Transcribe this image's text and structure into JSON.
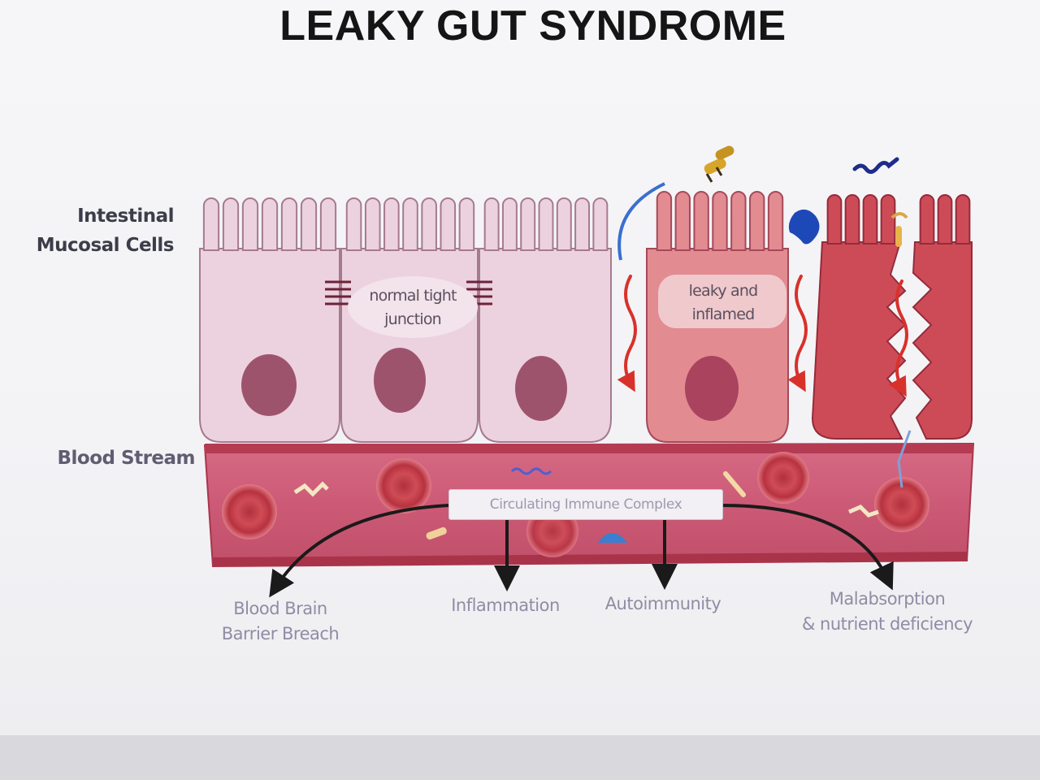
{
  "title": "LEAKY GUT SYNDROME",
  "labels": {
    "intestinal_line1": "Intestinal",
    "intestinal_line2": "Mucosal Cells",
    "blood_stream": "Blood Stream",
    "normal_line1": "normal tight",
    "normal_line2": "junction",
    "leaky_line1": "leaky and",
    "leaky_line2": "inflamed",
    "immune_complex": "Circulating Immune Complex"
  },
  "effects": [
    {
      "line1": "Blood Brain",
      "line2": "Barrier Breach"
    },
    {
      "line1": "Inflammation",
      "line2": ""
    },
    {
      "line1": "Autoimmunity",
      "line2": ""
    },
    {
      "line1": "Malabsorption",
      "line2": "& nutrient deficiency"
    }
  ],
  "colors": {
    "normal_cell": "#ecd2de",
    "inflamed_cell": "#e07f86",
    "damaged_cell": "#cd4b57",
    "nucleus": "#9e536c",
    "blood_vessel": "#c95a74",
    "vessel_wall": "#b53a4b",
    "leak_arrow": "#d8312b",
    "effect_arrow": "#1a1a1a",
    "toxin_blue": "#2f5fc4"
  }
}
